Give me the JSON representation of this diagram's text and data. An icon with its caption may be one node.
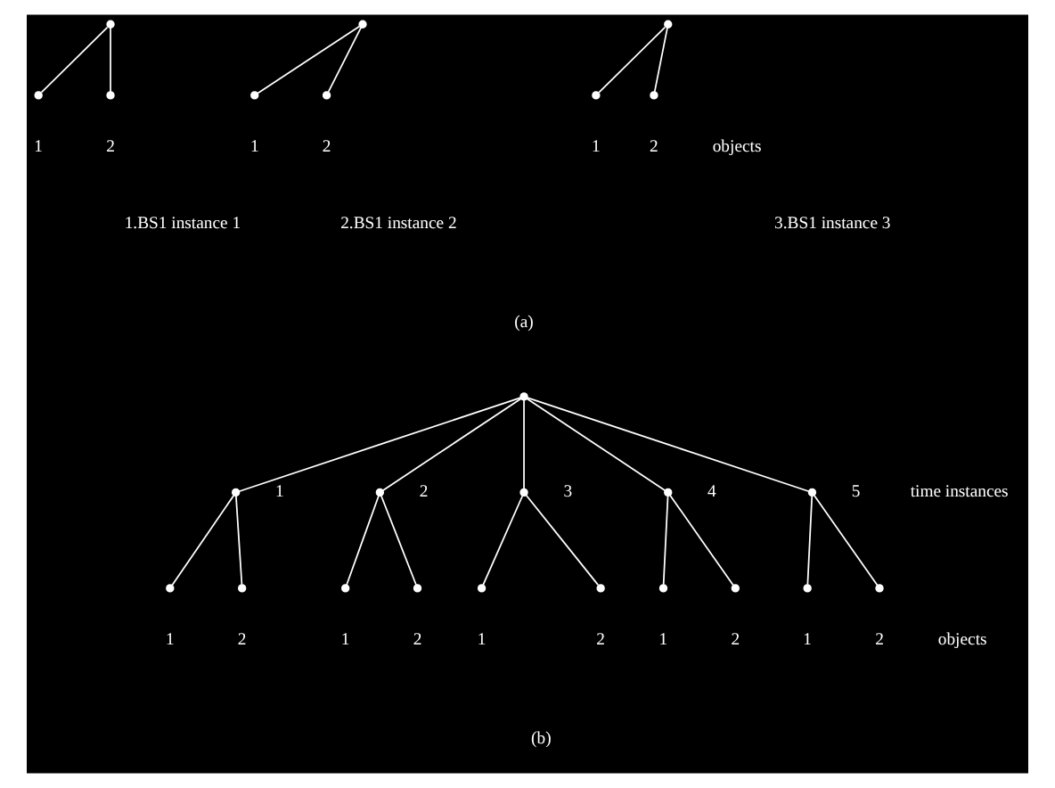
{
  "diagram": {
    "nodes": [
      {
        "text": [],
        "shape": "circle"
      },
      {
        "text": [],
        "shape": "circle",
        "beside": [
          "1"
        ]
      },
      {
        "text": [],
        "shape": "circle",
        "beside": [
          "2"
        ]
      },
      {
        "text": [],
        "shape": "circle"
      },
      {
        "text": [],
        "shape": "circle",
        "beside": [
          "1"
        ]
      },
      {
        "text": [],
        "shape": "circle",
        "beside": [
          "2"
        ]
      },
      {
        "text": [],
        "shape": "circle"
      },
      {
        "text": [],
        "shape": "circle",
        "beside": [
          "1"
        ]
      },
      {
        "text": [],
        "shape": "circle",
        "beside": [
          "2"
        ]
      },
      {
        "text": [],
        "shape": "circle"
      },
      {
        "text": [],
        "shape": "circle",
        "beside": [
          "1"
        ]
      },
      {
        "text": [],
        "shape": "circle",
        "beside": [
          "2"
        ]
      },
      {
        "text": [],
        "shape": "circle",
        "beside": [
          "3"
        ]
      },
      {
        "text": [],
        "shape": "circle",
        "beside": [
          "4"
        ]
      },
      {
        "text": [],
        "shape": "circle",
        "beside": [
          "5"
        ]
      },
      {
        "text": [],
        "shape": "circle",
        "beside": [
          "1"
        ]
      },
      {
        "text": [],
        "shape": "circle",
        "beside": [
          "2"
        ]
      },
      {
        "text": [],
        "shape": "circle",
        "beside": [
          "1"
        ]
      },
      {
        "text": [],
        "shape": "circle",
        "beside": [
          "2"
        ]
      },
      {
        "text": [],
        "shape": "circle",
        "beside": [
          "1"
        ]
      },
      {
        "text": [],
        "shape": "circle",
        "beside": [
          "2"
        ]
      },
      {
        "text": [],
        "shape": "circle",
        "beside": [
          "1"
        ]
      },
      {
        "text": [],
        "shape": "circle",
        "beside": [
          "2"
        ]
      },
      {
        "text": [],
        "shape": "circle",
        "beside": [
          "1"
        ]
      },
      {
        "text": [],
        "shape": "circle",
        "beside": [
          "2"
        ]
      }
    ],
    "edges": [
      {
        "from": 0,
        "to": 1,
        "arrow": "none"
      },
      {
        "from": 0,
        "to": 2,
        "arrow": "none"
      },
      {
        "from": 3,
        "to": 4,
        "arrow": "none"
      },
      {
        "from": 3,
        "to": 5,
        "arrow": "none"
      },
      {
        "from": 6,
        "to": 7,
        "arrow": "none"
      },
      {
        "from": 6,
        "to": 8,
        "arrow": "none"
      },
      {
        "from": 9,
        "to": 10,
        "arrow": "none"
      },
      {
        "from": 9,
        "to": 11,
        "arrow": "none"
      },
      {
        "from": 9,
        "to": 12,
        "arrow": "none"
      },
      {
        "from": 9,
        "to": 13,
        "arrow": "none"
      },
      {
        "from": 9,
        "to": 14,
        "arrow": "none"
      },
      {
        "from": 10,
        "to": 15,
        "arrow": "none"
      },
      {
        "from": 10,
        "to": 16,
        "arrow": "none"
      },
      {
        "from": 11,
        "to": 17,
        "arrow": "none"
      },
      {
        "from": 11,
        "to": 18,
        "arrow": "none"
      },
      {
        "from": 12,
        "to": 19,
        "arrow": "none"
      },
      {
        "from": 12,
        "to": 20,
        "arrow": "none"
      },
      {
        "from": 13,
        "to": 21,
        "arrow": "none"
      },
      {
        "from": 13,
        "to": 22,
        "arrow": "none"
      },
      {
        "from": 14,
        "to": 23,
        "arrow": "none"
      },
      {
        "from": 14,
        "to": 24,
        "arrow": "none"
      }
    ],
    "labels": [
      "1.BS1 instance 1",
      "2.BS1 instance 2",
      "3.BS1 instance 3",
      "objects",
      "(a)",
      "time instances",
      "objects",
      "(b)"
    ]
  }
}
